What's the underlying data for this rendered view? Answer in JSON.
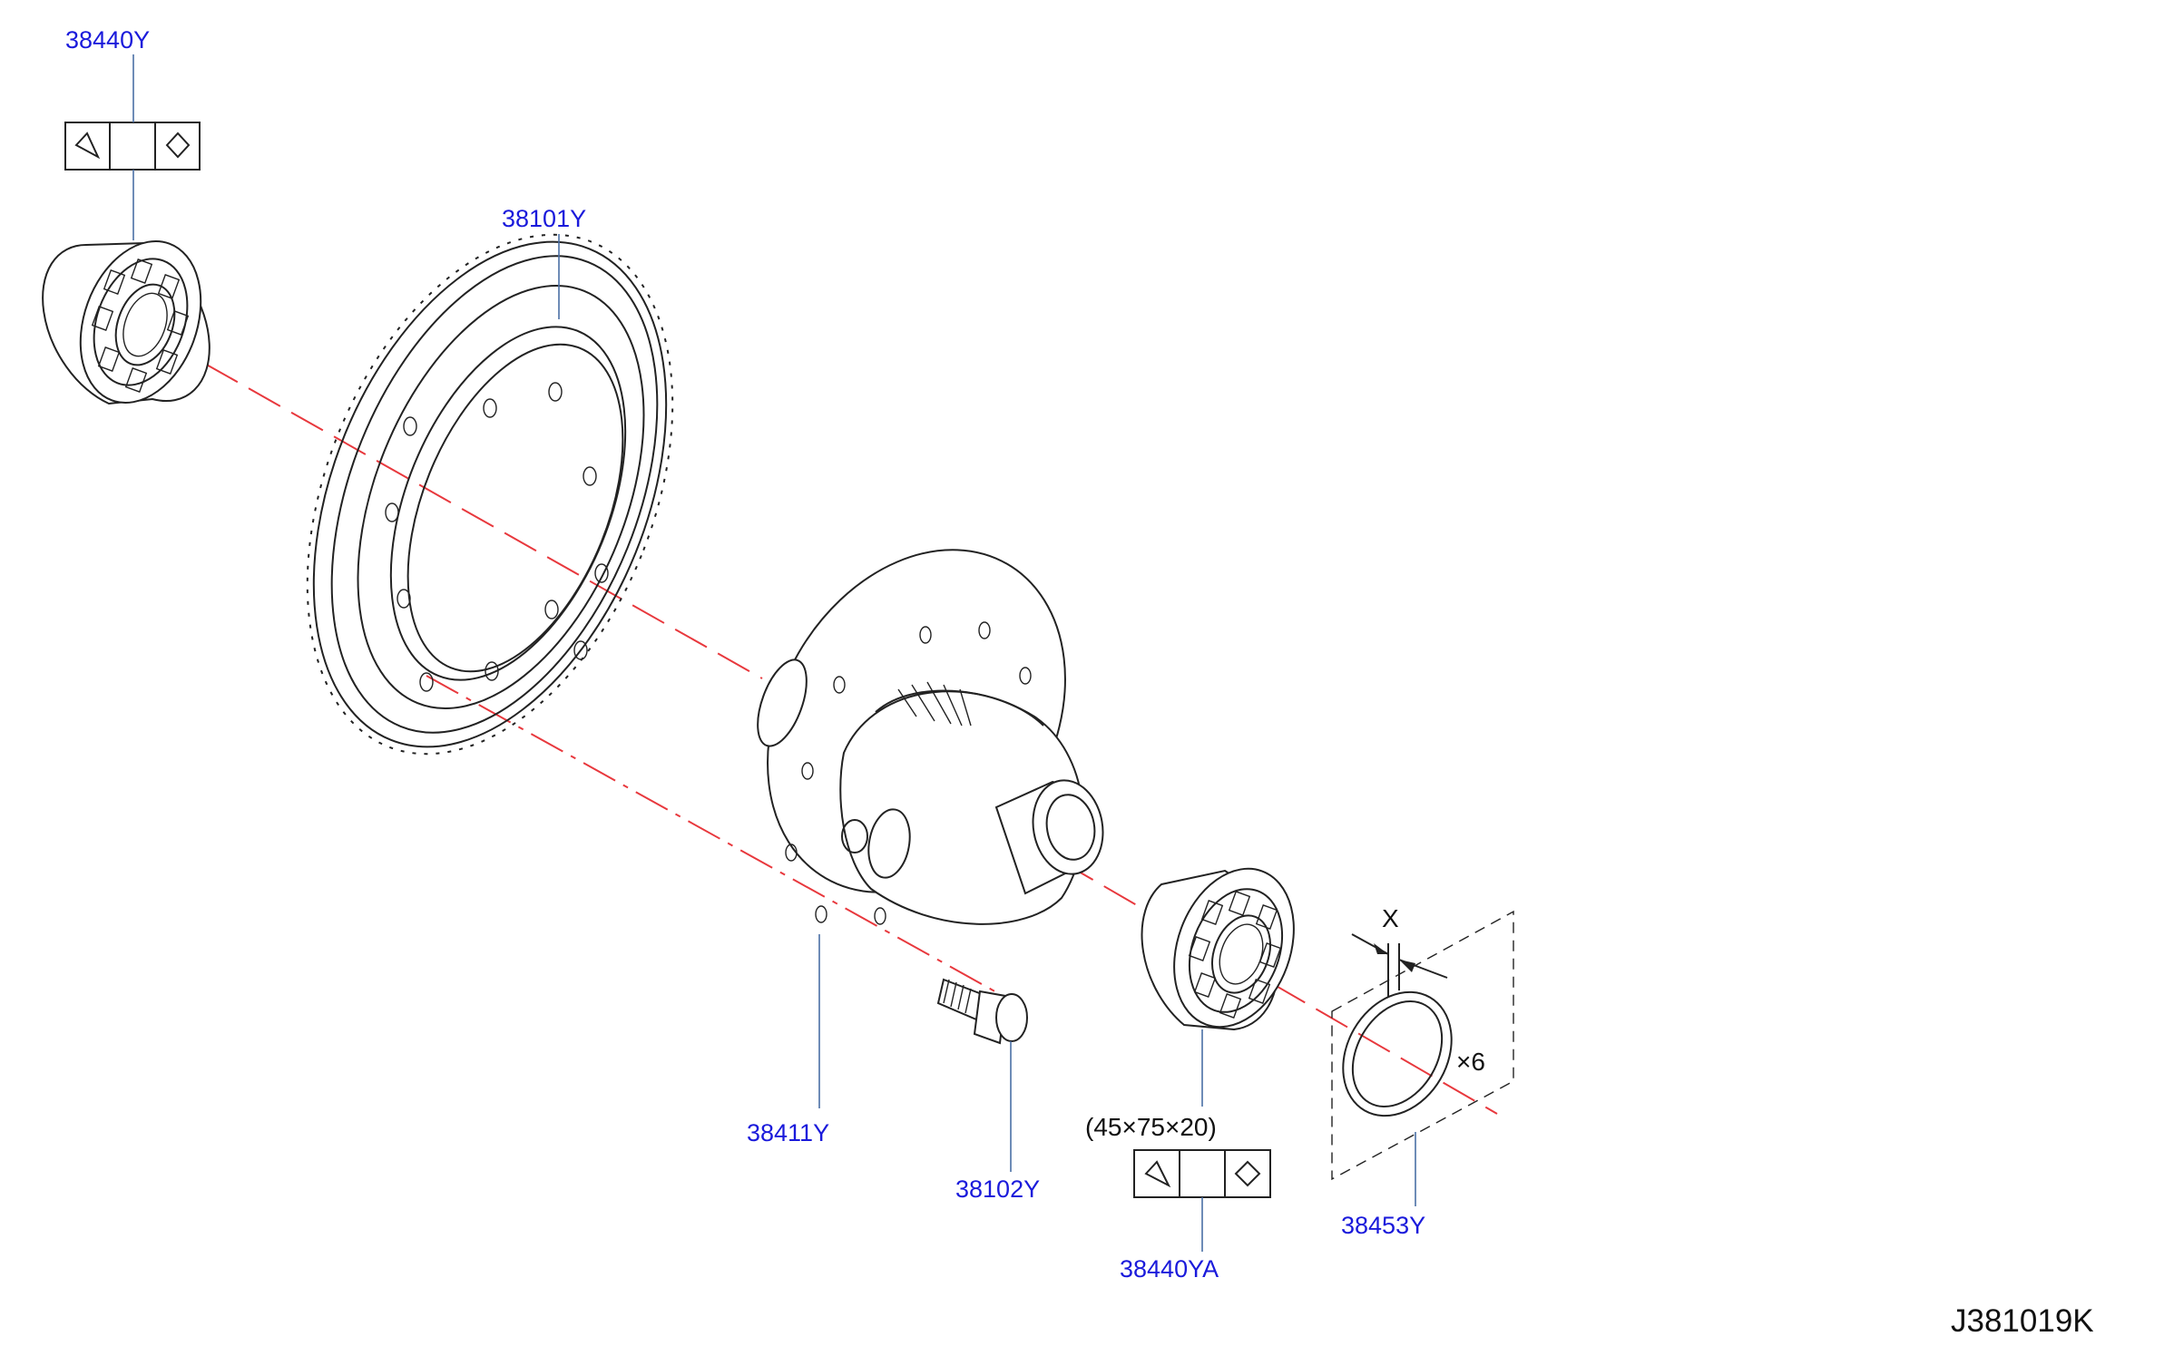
{
  "labels": {
    "bearing_left": "38440Y",
    "ring_gear": "38101Y",
    "diff_case": "38411Y",
    "bolt": "38102Y",
    "bearing_right": "38440YA",
    "shim": "38453Y"
  },
  "notes": {
    "bearing_size": "(45×75×20)",
    "quantity": "×6",
    "dimension": "X"
  },
  "diagram_code": "J381019K",
  "colors": {
    "label": "#1a1adb",
    "leader": "#4a6fa5",
    "axis": "#e8383d",
    "line": "#222222"
  }
}
